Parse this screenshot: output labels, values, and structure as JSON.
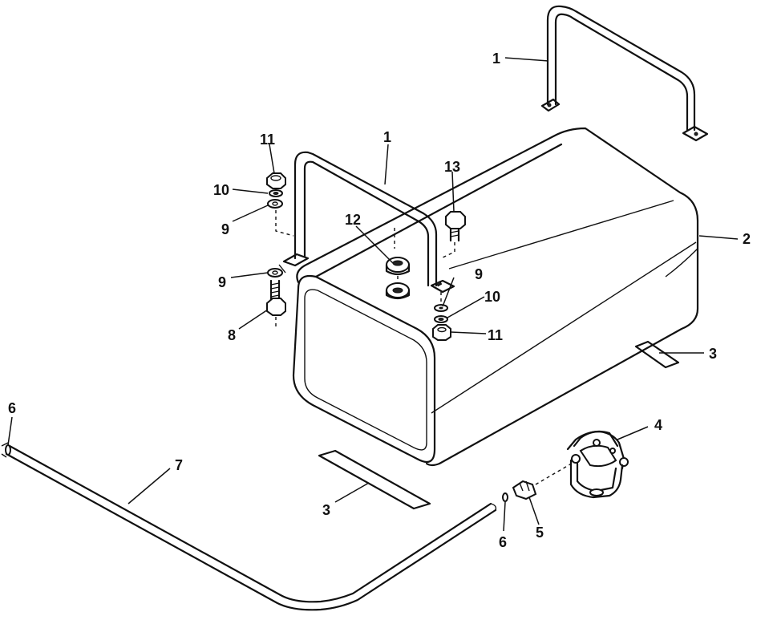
{
  "diagram": {
    "callouts": {
      "strap_rear": "1",
      "strap_front": "1",
      "tank": "2",
      "pad_right": "3",
      "pad_front": "3",
      "filter": "4",
      "fitting": "5",
      "gasket_tube_end": "6",
      "gasket_filter": "6",
      "fuel_line": "7",
      "bolt_left": "8",
      "washer_upper_left": "9",
      "washer_lower_left": "9",
      "washer_right": "9",
      "lockwasher_upper_left": "10",
      "lockwasher_right": "10",
      "nut_upper_left": "11",
      "nut_right": "11",
      "grommet": "12",
      "bolt_upper": "13"
    }
  }
}
